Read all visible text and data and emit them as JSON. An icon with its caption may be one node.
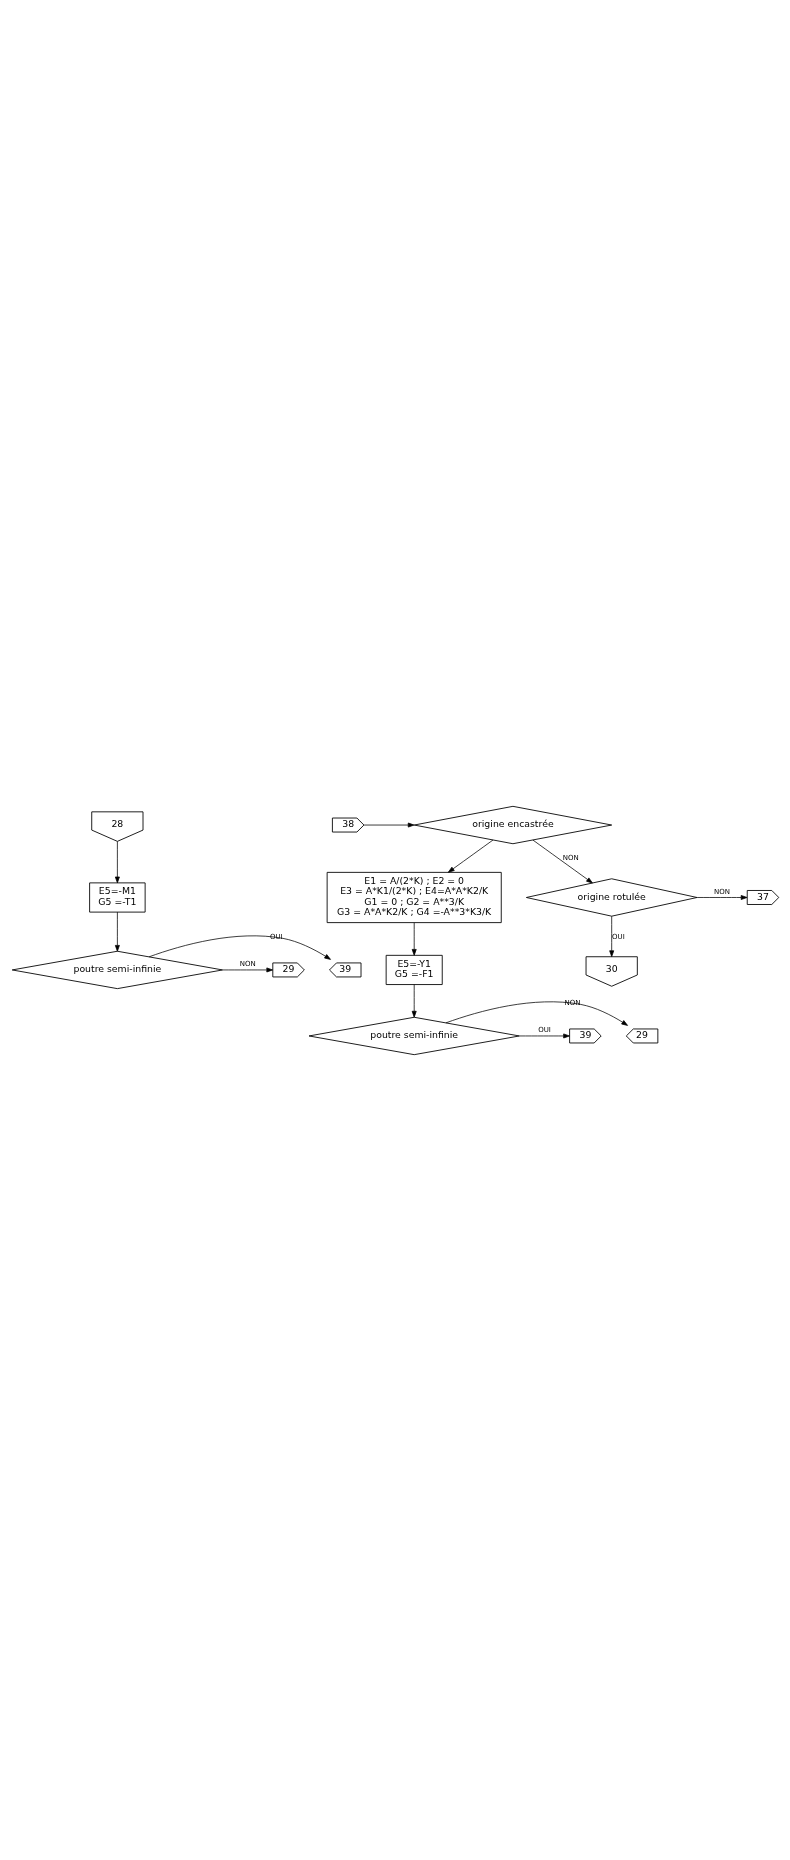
{
  "diagram": {
    "nodes": [
      {
        "text": [
          "28"
        ]
      },
      {
        "text": [
          "E5=-M1",
          "G5 =-T1"
        ]
      },
      {
        "text": [
          "poutre semi-infinie"
        ]
      },
      {
        "text": [
          "39"
        ]
      },
      {
        "text": [
          "29"
        ]
      },
      {
        "text": [
          "38"
        ]
      },
      {
        "text": [
          "origine encastrée"
        ]
      },
      {
        "text": [
          "E1 = A/(2*K) ; E2 = 0",
          "E3 = A*K1/(2*K) ; E4=A*A*K2/K",
          "G1 = 0 ; G2 = A**3/K",
          "G3 = A*A*K2/K ; G4 =-A**3*K3/K"
        ]
      },
      {
        "text": [
          "E5=-Y1",
          "G5 =-F1"
        ]
      },
      {
        "text": [
          "poutre semi-infinie"
        ]
      },
      {
        "text": [
          "29"
        ]
      },
      {
        "text": [
          "39"
        ]
      },
      {
        "text": [
          "origine rotulée"
        ]
      },
      {
        "text": [
          "37"
        ]
      },
      {
        "text": [
          "30"
        ]
      }
    ],
    "edges": [
      {
        "from": 0,
        "to": 1,
        "arrow": "to"
      },
      {
        "from": 1,
        "to": 2,
        "arrow": "to"
      },
      {
        "from": 2,
        "to": 3,
        "label": "OUI",
        "arrow": "to"
      },
      {
        "from": 2,
        "to": 4,
        "label": "NON",
        "arrow": "to"
      },
      {
        "from": 5,
        "to": 6,
        "arrow": "to"
      },
      {
        "from": 6,
        "to": 12,
        "label": "NON",
        "arrow": "to"
      },
      {
        "from": 6,
        "to": 7,
        "arrow": "to"
      },
      {
        "from": 7,
        "to": 8,
        "arrow": "to"
      },
      {
        "from": 8,
        "to": 9,
        "arrow": "to"
      },
      {
        "from": 9,
        "to": 10,
        "label": "NON",
        "arrow": "to"
      },
      {
        "from": 9,
        "to": 11,
        "label": "OUI",
        "arrow": "to"
      },
      {
        "from": 12,
        "to": 13,
        "label": "NON",
        "arrow": "to"
      },
      {
        "from": 12,
        "to": 14,
        "label": "OUI",
        "arrow": "to"
      }
    ]
  }
}
